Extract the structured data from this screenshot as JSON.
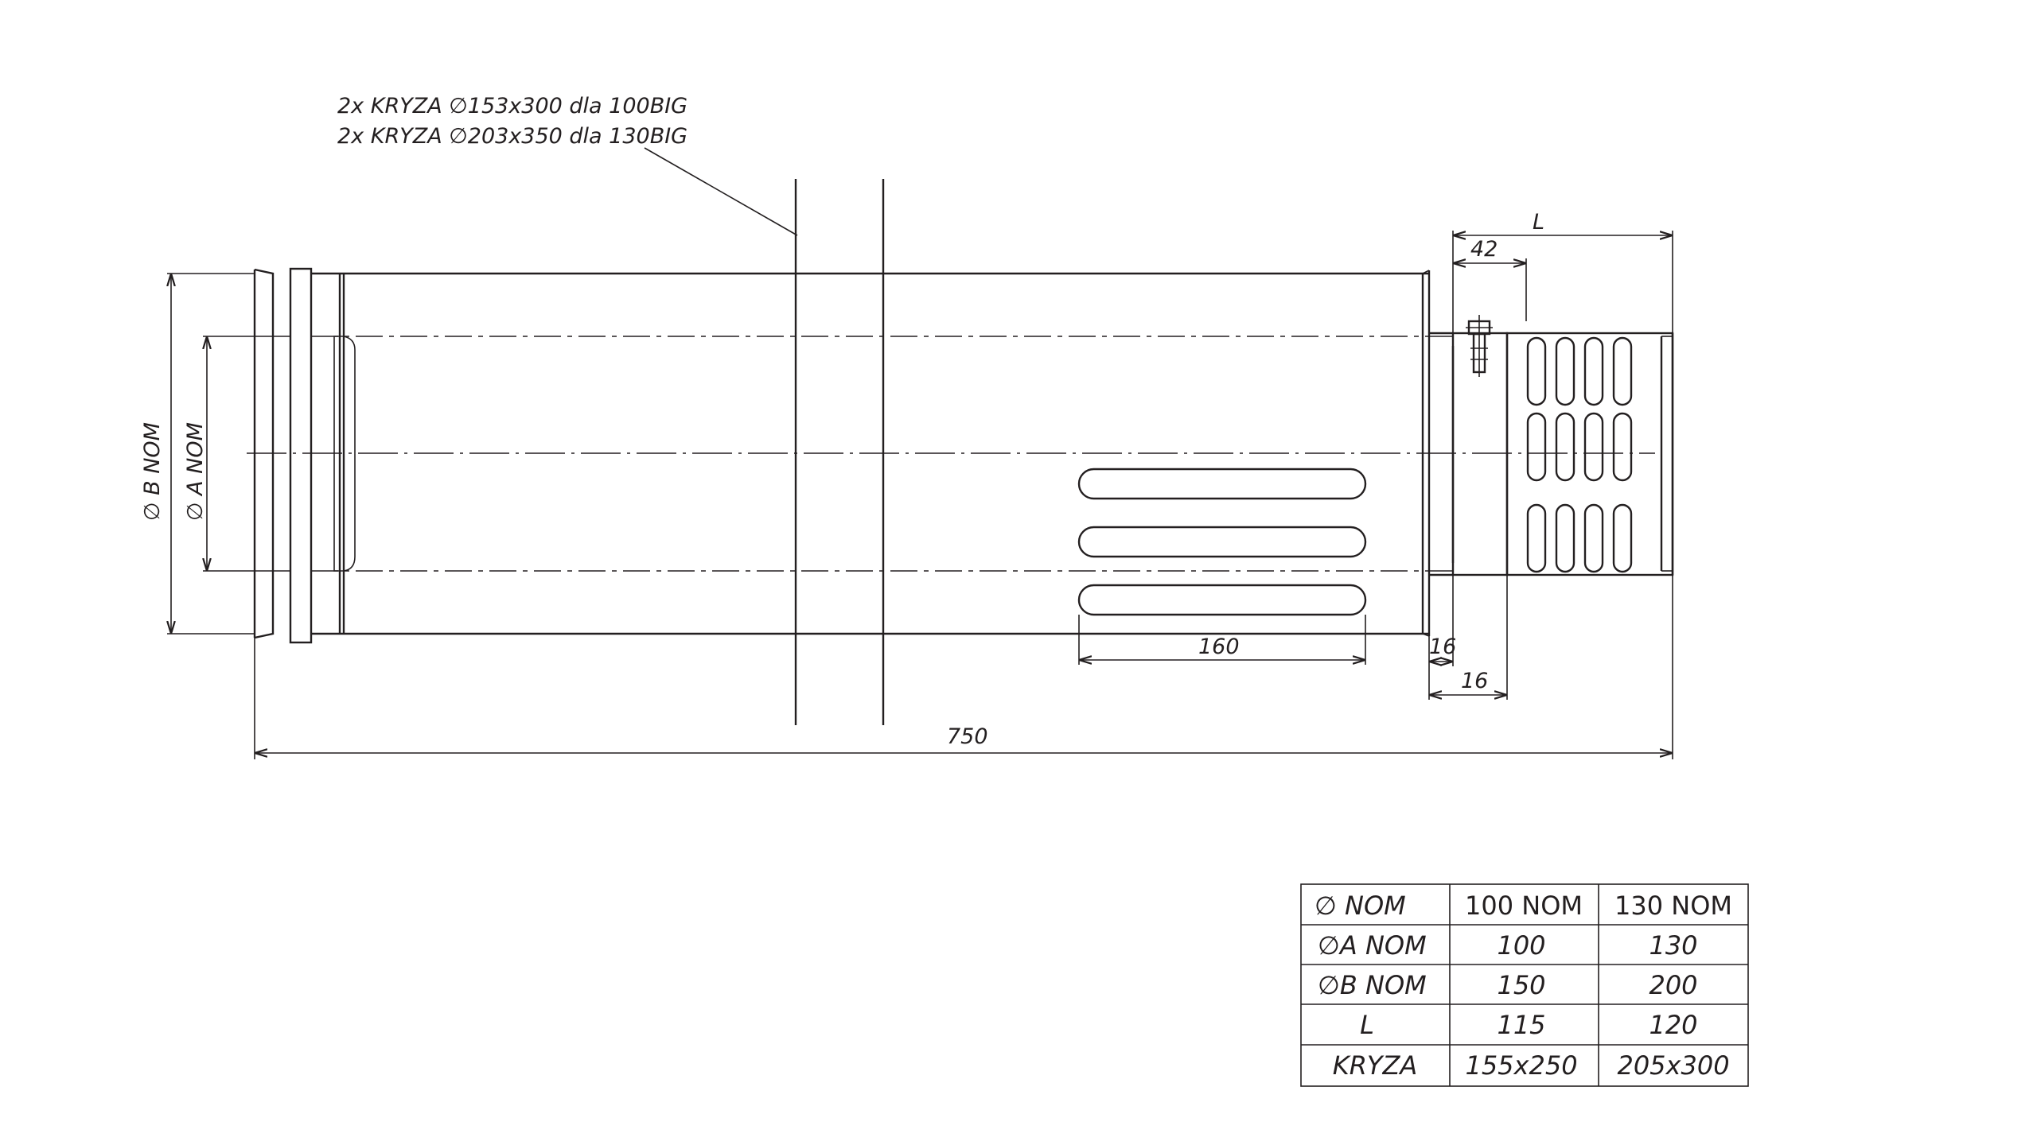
{
  "callout": {
    "line1": "2x KRYZA  ∅153x300 dla 100BIG",
    "line2": "2x KRYZA  ∅203x350 dla 130BIG"
  },
  "dimensions": {
    "dia_b": "∅ B   NOM",
    "dia_a": "∅ A   NOM",
    "length_total": "750",
    "slot_length": "160",
    "gap_1": "16",
    "gap_2": "16",
    "dim_42": "42",
    "dim_L": "L"
  },
  "table": {
    "headers": [
      "∅     NOM",
      "100 NOM",
      "130 NOM"
    ],
    "rows": [
      [
        "∅A  NOM",
        "100",
        "130"
      ],
      [
        "∅B  NOM",
        "150",
        "200"
      ],
      [
        "L",
        "115",
        "120"
      ],
      [
        "KRYZA",
        "155x250",
        "205x300"
      ]
    ]
  }
}
